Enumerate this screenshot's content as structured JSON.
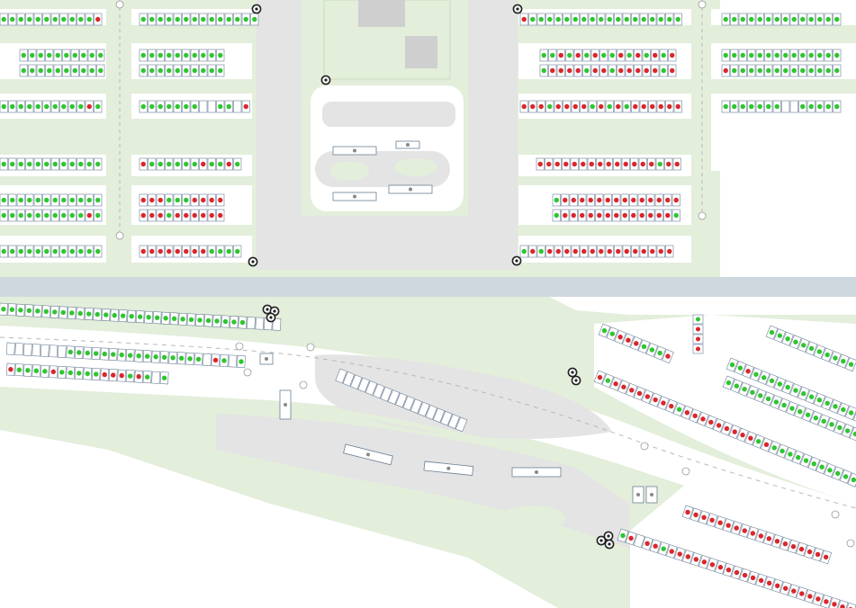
{
  "map": {
    "colors": {
      "grass": "#e3eedb",
      "grass_edge": "#c9dcbf",
      "pavement": "#e4e4e4",
      "lot_surface": "#ffffff",
      "road_band": "#cfd8df",
      "available": "#2fc52f",
      "occupied": "#d9262c",
      "unknown": "#c9c9c9",
      "stall_outline": "#6a7f95",
      "marking": "#b9b9b9"
    },
    "icons": {
      "ev_charger": "ev-charger-icon",
      "parking_sign": "parking-sign-icon",
      "info_marker": "info-marker-icon"
    },
    "legend_states": [
      "available",
      "occupied",
      "unknown"
    ]
  }
}
